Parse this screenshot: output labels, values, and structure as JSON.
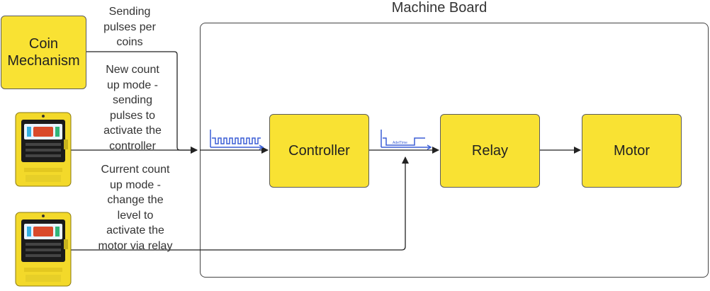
{
  "board": {
    "title": "Machine Board"
  },
  "coin_mechanism": {
    "label": "Coin Mechanism"
  },
  "blocks": {
    "controller": "Controller",
    "relay": "Relay",
    "motor": "Motor"
  },
  "annotations": {
    "coin_pulses": "Sending\npulses per\ncoins",
    "new_mode": "New count\nup mode -\nsending\npulses to\nactivate the\ncontroller",
    "current_mode": "Current count\nup mode -\nchange the\nlevel to\nactivate the\nmotor via relay"
  },
  "waveform_label": "AdelTime",
  "colors": {
    "block_fill": "#f9e233",
    "waveform": "#3b5fd6",
    "terminal_body": "#f3d92a"
  }
}
